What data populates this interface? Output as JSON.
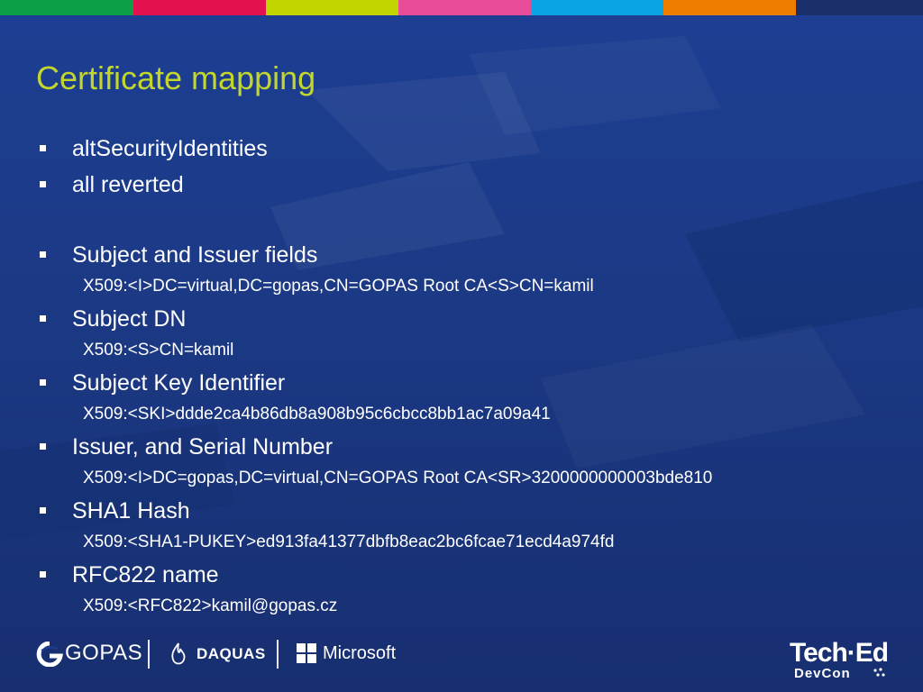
{
  "colors": {
    "title": "#c2d62c",
    "background": "#1d3f93",
    "stripes": [
      "#0c9f48",
      "#e3124f",
      "#c2d500",
      "#e74d99",
      "#0aa3e3",
      "#ef7d00",
      "#1b2f6b"
    ]
  },
  "slide": {
    "title": "Certificate mapping",
    "bullets": [
      {
        "text": "altSecurityIdentities"
      },
      {
        "text": "all reverted"
      },
      {
        "text": "Subject and Issuer fields",
        "sub": "X509:<I>DC=virtual,DC=gopas,CN=GOPAS Root CA<S>CN=kamil"
      },
      {
        "text": "Subject DN",
        "sub": "X509:<S>CN=kamil"
      },
      {
        "text": "Subject Key Identifier",
        "sub": "X509:<SKI>ddde2ca4b86db8a908b95c6cbcc8bb1ac7a09a41"
      },
      {
        "text": "Issuer, and Serial Number",
        "sub": "X509:<I>DC=gopas,DC=virtual,CN=GOPAS Root CA<SR>3200000000003bde810"
      },
      {
        "text": "SHA1 Hash",
        "sub": "X509:<SHA1-PUKEY>ed913fa41377dbfb8eac2bc6fcae71ecd4a974fd"
      },
      {
        "text": "RFC822 name",
        "sub": "X509:<RFC822>kamil@gopas.cz"
      }
    ]
  },
  "footer": {
    "logos": {
      "gopas": "GOPAS",
      "daquas": "DAQUAS",
      "microsoft": "Microsoft",
      "teched_top": "Tech·Ed",
      "teched_bottom": "DevCon"
    },
    "icons": [
      "gopas-logo-icon",
      "daquas-flame-icon",
      "microsoft-windows-icon"
    ]
  }
}
